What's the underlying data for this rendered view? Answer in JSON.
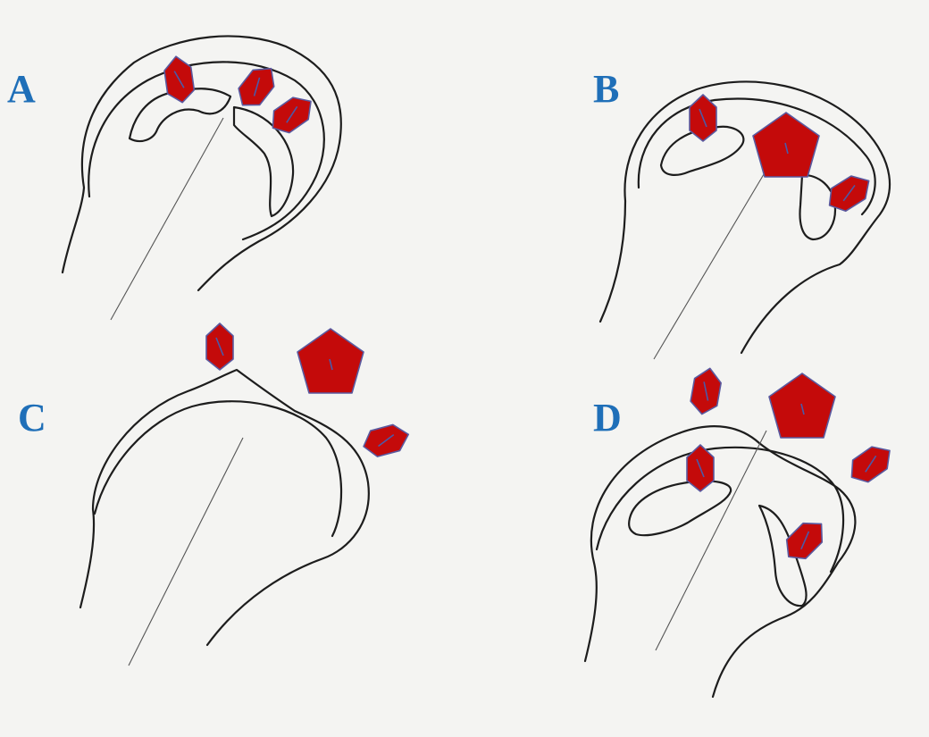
{
  "panels": [
    {
      "label": "A"
    },
    {
      "label": "B"
    },
    {
      "label": "C"
    },
    {
      "label": "D"
    }
  ],
  "colors": {
    "label": "#1f6fb8",
    "marker_fill": "#c40a0a",
    "marker_stroke": "#5a5aa0",
    "line": "#1d1d1d",
    "background": "#f4f4f2"
  },
  "icons": {
    "small_marker": "pentagon-arrow-marker",
    "large_marker": "pentagon-marker"
  }
}
